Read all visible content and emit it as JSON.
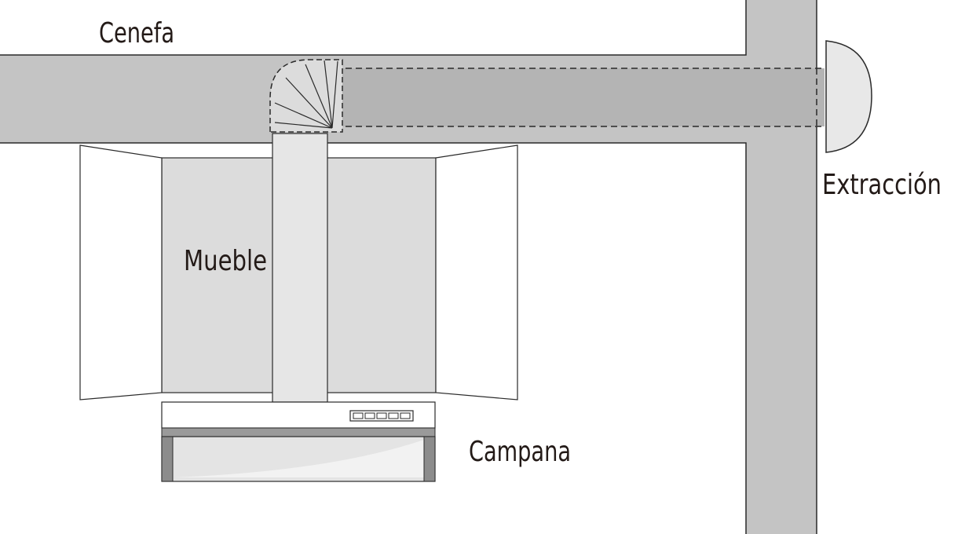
{
  "labels": {
    "cenefa": "Cenefa",
    "mueble": "Mueble",
    "campana": "Campana",
    "extraccion": "Extracción"
  },
  "colors": {
    "wall": "#c4c4c4",
    "duct": "#b4b4b4",
    "cabinet_inner": "#dcdcdc",
    "chimney": "#e6e6e6",
    "hood_side": "#8c8c8c",
    "outline": "#2a2a2a",
    "text": "#231a17"
  },
  "hood_controls": {
    "button_count": 5
  }
}
